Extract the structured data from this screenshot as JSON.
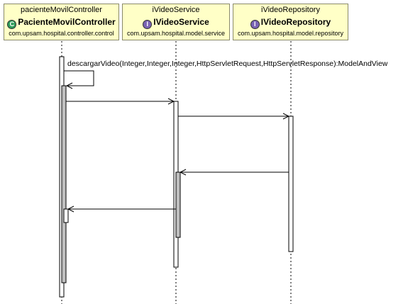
{
  "lifelines": [
    {
      "instance": "pacienteMovilController",
      "class": "PacienteMovilController",
      "kind": "C",
      "package": "com.upsam.hospital.controller.control"
    },
    {
      "instance": "iVideoService",
      "class": "IVideoService",
      "kind": "I",
      "package": "com.upsam.hospital.model.service"
    },
    {
      "instance": "iVideoRepository",
      "class": "IVideoRepository",
      "kind": "I",
      "package": "com.upsam.hospital.model.repository"
    }
  ],
  "messages": {
    "self_call": "descargarVideo(Integer,Integer,Integer,HttpServletRequest,HttpServletResponse):ModelAndView"
  },
  "colors": {
    "header_fill": "#ffffc7",
    "activation_fill": "#c0c0c0",
    "line": "#000000"
  }
}
